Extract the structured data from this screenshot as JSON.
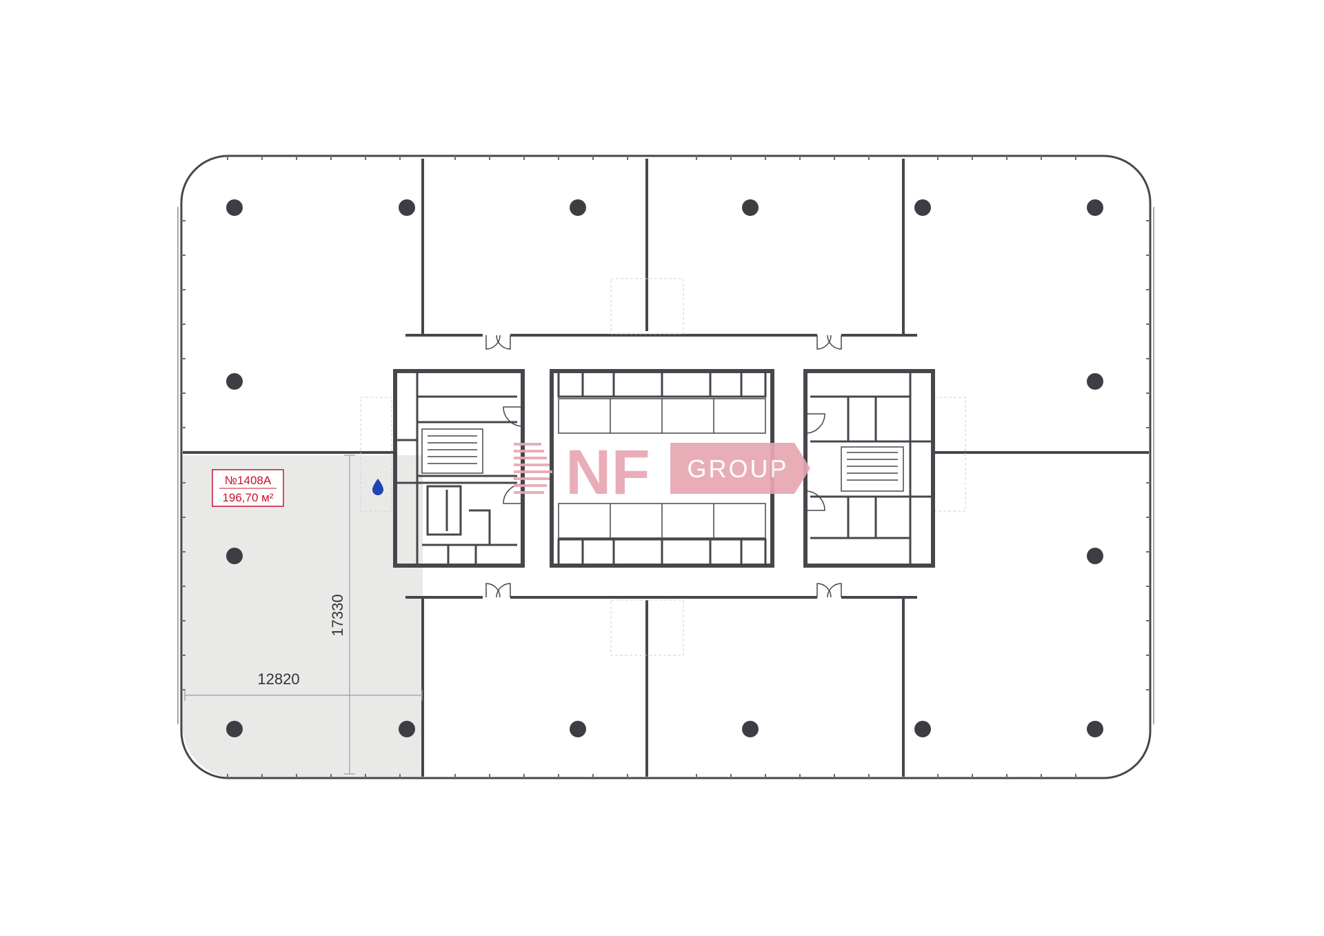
{
  "plan": {
    "unit": {
      "number": "№1408А",
      "area": "196,70 м²",
      "highlight_color": "#e9eae8",
      "label_color": "#c8102e"
    },
    "dimensions": {
      "width": "12820",
      "height": "17330"
    },
    "wall_color": "#45474c",
    "column_color": "#3c3e43",
    "water_icon_color": "#1e45b4"
  },
  "watermark": {
    "brand": "NF",
    "suffix": "GROUP",
    "color": "#e8a7b2"
  }
}
